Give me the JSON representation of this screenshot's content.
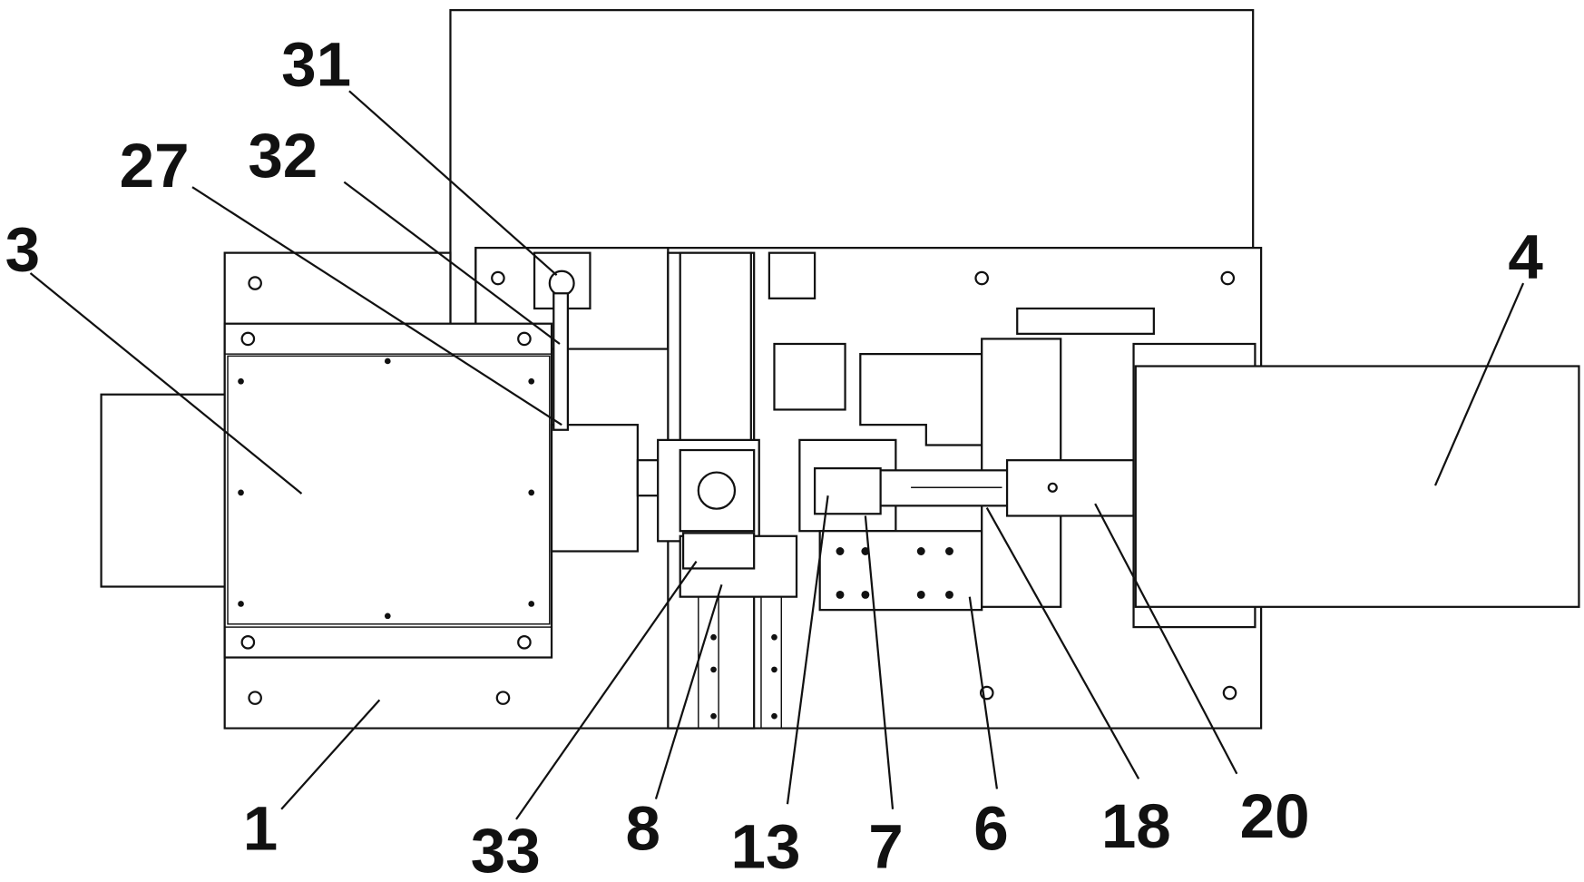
{
  "figure": {
    "labels": {
      "l31": "31",
      "l32": "32",
      "l27": "27",
      "l3": "3",
      "l4": "4",
      "l1": "1",
      "l33": "33",
      "l8": "8",
      "l13": "13",
      "l7": "7",
      "l6": "6",
      "l18": "18",
      "l20": "20"
    }
  }
}
